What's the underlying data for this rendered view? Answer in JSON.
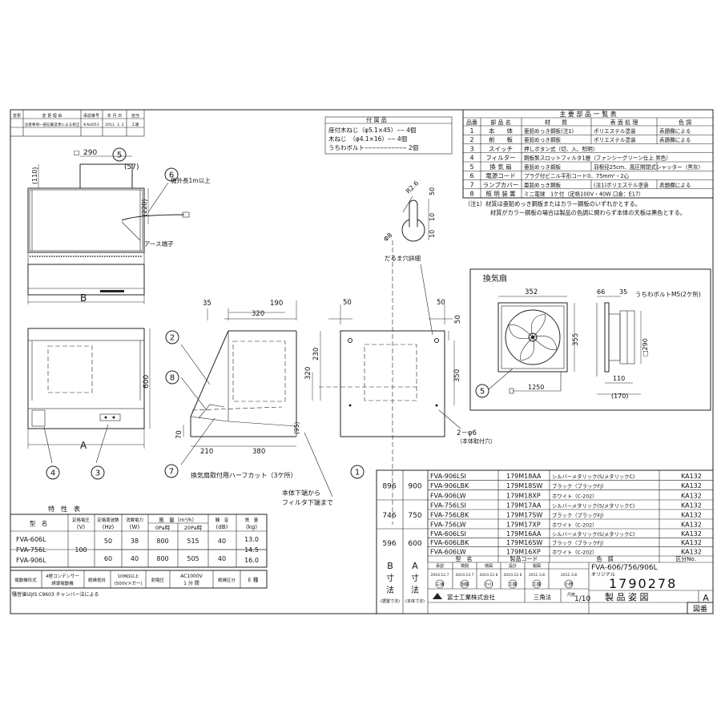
{
  "revision": {
    "headers": [
      "変更",
      "変 更 理 由",
      "承認番号",
      "年 月 日",
      "担当"
    ],
    "row1": [
      "",
      "注意事項一部記載変更による修正",
      "K-N3053",
      "2011. 3. 2",
      "工藤"
    ]
  },
  "accessories": {
    "title": "付 属 品",
    "items": [
      "座付木ねじ（φ5.1×45）‒‒ 4個",
      "木ねじ　（φ4.1×16）‒‒ 4個",
      "うちわボルト‒‒‒‒‒‒‒‒‒‒‒ 2個"
    ]
  },
  "parts": {
    "title": "主 要 部 品 一 覧 表",
    "headers": [
      "品番",
      "部 品 名",
      "材　　質",
      "表 面 処 理",
      "色 調"
    ],
    "rows": [
      [
        "1",
        "本　　体",
        "亜鉛めっき鋼板(注1)",
        "ポリエステル塗装",
        "表題欄による"
      ],
      [
        "2",
        "前　　板",
        "亜鉛めっき鋼板",
        "ポリエステル塗装",
        "表題欄による"
      ],
      [
        "3",
        "スイッチ",
        "押しボタン式（切、入、照明）",
        "",
        ""
      ],
      [
        "4",
        "フィルター",
        "鋼板製スロットフィルタ1層（ファンシーグリーン仕上 黒色）",
        "",
        ""
      ],
      [
        "5",
        "換 気 扇",
        "亜鉛めっき鋼板",
        "羽根径25cm、風圧開閉式シャッター（黒灰）",
        ""
      ],
      [
        "6",
        "電源コード",
        "プラグ付ビニル平形コード0．75mm²・2心",
        "",
        ""
      ],
      [
        "7",
        "ランプカバー",
        "亜鉛めっき鋼板",
        "(注1)ポリエステル塗装",
        "表題欄による"
      ],
      [
        "8",
        "照 明 装 置",
        "ミニ電球　1ケ付（定格100V・40W 口金：E17）",
        "",
        ""
      ]
    ],
    "note1": "（注1）材質は亜鉛めっき鋼板またはカラー鋼板のいずれかとする。",
    "note2": "材質がカラー鋼板の場合は製品の色調に関わらず本体の天板は黒色とする。"
  },
  "labels": {
    "cord": "機外長1m以上",
    "earth": "アース端子",
    "knockout": "だるま穴詳細",
    "fan_title": "換気扇",
    "bolt": "うちわボルトM5(2ケ所)",
    "halfcut": "換気扇取付用ハーフカット（3ケ所）",
    "filter1": "本体下端から",
    "filter2": "フィルタ下端まで",
    "hole": "2－φ6",
    "hole2": "（本体取付穴）",
    "B": "B",
    "A": "A"
  },
  "dims": {
    "d290": "290",
    "d57": "(57)",
    "d110": "(110)",
    "d220": "(220)",
    "d600": "600",
    "d35": "35",
    "d320": "320",
    "d190": "190",
    "d230": "230",
    "d320v": "320",
    "d70": "70",
    "d210": "210",
    "d380": "380",
    "d95": "(95)",
    "d50a": "50",
    "d50b": "50",
    "d50c": "50",
    "d350": "350",
    "r26": "R2.6",
    "d50k": "50",
    "d10k": "10",
    "d10k2": "10",
    "phi8": "Φ8",
    "d352": "352",
    "d355": "355",
    "d66": "66",
    "f35": "35",
    "d290f": "□290",
    "d110f": "110",
    "d1250": "1250",
    "d170": "(170)"
  },
  "balloons": [
    "1",
    "2",
    "3",
    "4",
    "5",
    "6",
    "7",
    "8"
  ],
  "specs": {
    "title": "特　性　表",
    "headers": [
      "型　名",
      "定格電圧\n(V)",
      "定格周波数\n(Hz)",
      "消費電力\n(W)",
      "風　量（m³/h）",
      "騒　音\n(dB)",
      "質　量\n(kg)"
    ],
    "sub": [
      "0Pa時",
      "20Pa時"
    ],
    "models": [
      "FVA-606L",
      "FVA-756L",
      "FVA-906L"
    ],
    "voltage": "100",
    "rows": [
      [
        "50",
        "38",
        "800",
        "515",
        "40"
      ],
      [
        "60",
        "40",
        "800",
        "505",
        "40"
      ]
    ],
    "weights": [
      "13.0",
      "14.5",
      "16.0"
    ],
    "motor": [
      "電動機形式",
      "4極コンデンサー\n誘導電動機",
      "絶縁抵抗",
      "10MΩ以上\n(500Vメガー)",
      "耐電圧",
      "AC1000V\n1 分 間",
      "絶縁区分",
      "E 種"
    ],
    "note": "騒音値はJIS C9603 チャンバー法による"
  },
  "title_block": {
    "groups": [
      {
        "B": "896",
        "A": "900",
        "rows": [
          [
            "FVA-906LSI",
            "179M18AA",
            "シルバーメタリック(S/メタリックC)",
            "KA132"
          ],
          [
            "FVA-906LBK",
            "179M18SW",
            "ブラック（ブラックFJ）",
            "KA132"
          ],
          [
            "FVA-906LW",
            "179M18XP",
            "ホワイト（C-202）",
            "KA132"
          ]
        ]
      },
      {
        "B": "746",
        "A": "750",
        "rows": [
          [
            "FVA-756LSI",
            "179M17AA",
            "シルバーメタリック(S/メタリックC)",
            "KA132"
          ],
          [
            "FVA-756LBK",
            "179M17SW",
            "ブラック（ブラックFJ）",
            "KA132"
          ],
          [
            "FVA-756LW",
            "179M17XP",
            "ホワイト（C-202）",
            "KA132"
          ]
        ]
      },
      {
        "B": "596",
        "A": "600",
        "rows": [
          [
            "FVA-606LSI",
            "179M16AA",
            "シルバーメタリック(S/メタリックC)",
            "KA132"
          ],
          [
            "FVA-606LBK",
            "179M16SW",
            "ブラック（ブラックFJ）",
            "KA132"
          ],
          [
            "FVA-606LW",
            "179M16XP",
            "ホワイト（C-202）",
            "KA132"
          ]
        ]
      }
    ],
    "col_headers": [
      "型　名",
      "製品コード",
      "色　調",
      "区分No."
    ],
    "B_label": "B\n寸\n法",
    "B_sub": "(据置寸法)",
    "A_label": "A\n寸\n法",
    "A_sub": "(本体寸法)",
    "roles": [
      "承認",
      "検閲",
      "検図",
      "設計",
      "製図"
    ],
    "dates": [
      "2010.12.7",
      "2010.12.7",
      "2010.12.6",
      "2010.12.6",
      "2011.3.8",
      "2011.3.8"
    ],
    "names": [
      "三浦",
      "加藤",
      "小川",
      "工藤",
      "工藤",
      "小野"
    ],
    "company": "富士工業株式会社",
    "projection": "三角法",
    "scale": "1/10",
    "scale_label": "尺度",
    "model": "FVA-606/756/906L",
    "model_sub": "オリジナル",
    "number": "1790278",
    "drawing_name": "製 品 姿 図",
    "size": "A",
    "stamp": "図番"
  }
}
